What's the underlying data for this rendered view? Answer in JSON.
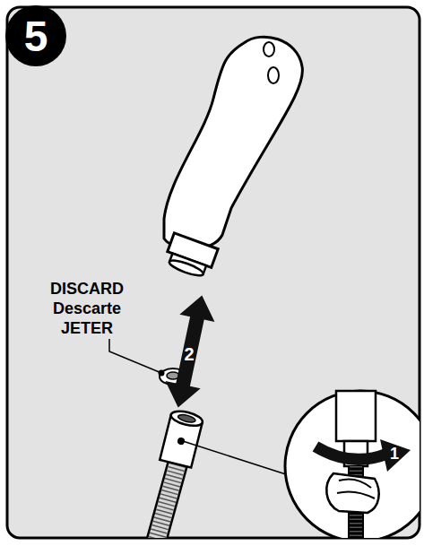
{
  "diagram": {
    "labels": [
      "5",
      "DISCARD",
      "Descarte",
      "JETER",
      "2",
      "1"
    ]
  }
}
